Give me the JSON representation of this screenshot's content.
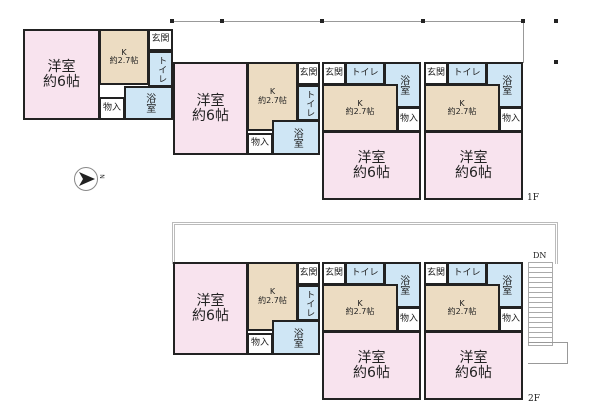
{
  "labels": {
    "western": "洋室",
    "western_size": "約6帖",
    "kitchen": "K",
    "kitchen_size": "約2.7帖",
    "entrance": "玄関",
    "toilet": "トイレ",
    "bath": "浴室",
    "storage": "物入"
  },
  "floors": [
    {
      "label": "1F",
      "units": 4
    },
    {
      "label": "2F",
      "units": 3
    }
  ],
  "stairs_label": "DN",
  "compass_label": "N",
  "colors": {
    "western": "#f8e3ee",
    "kitchen": "#ecdcc2",
    "wet": "#cfe6f5"
  }
}
